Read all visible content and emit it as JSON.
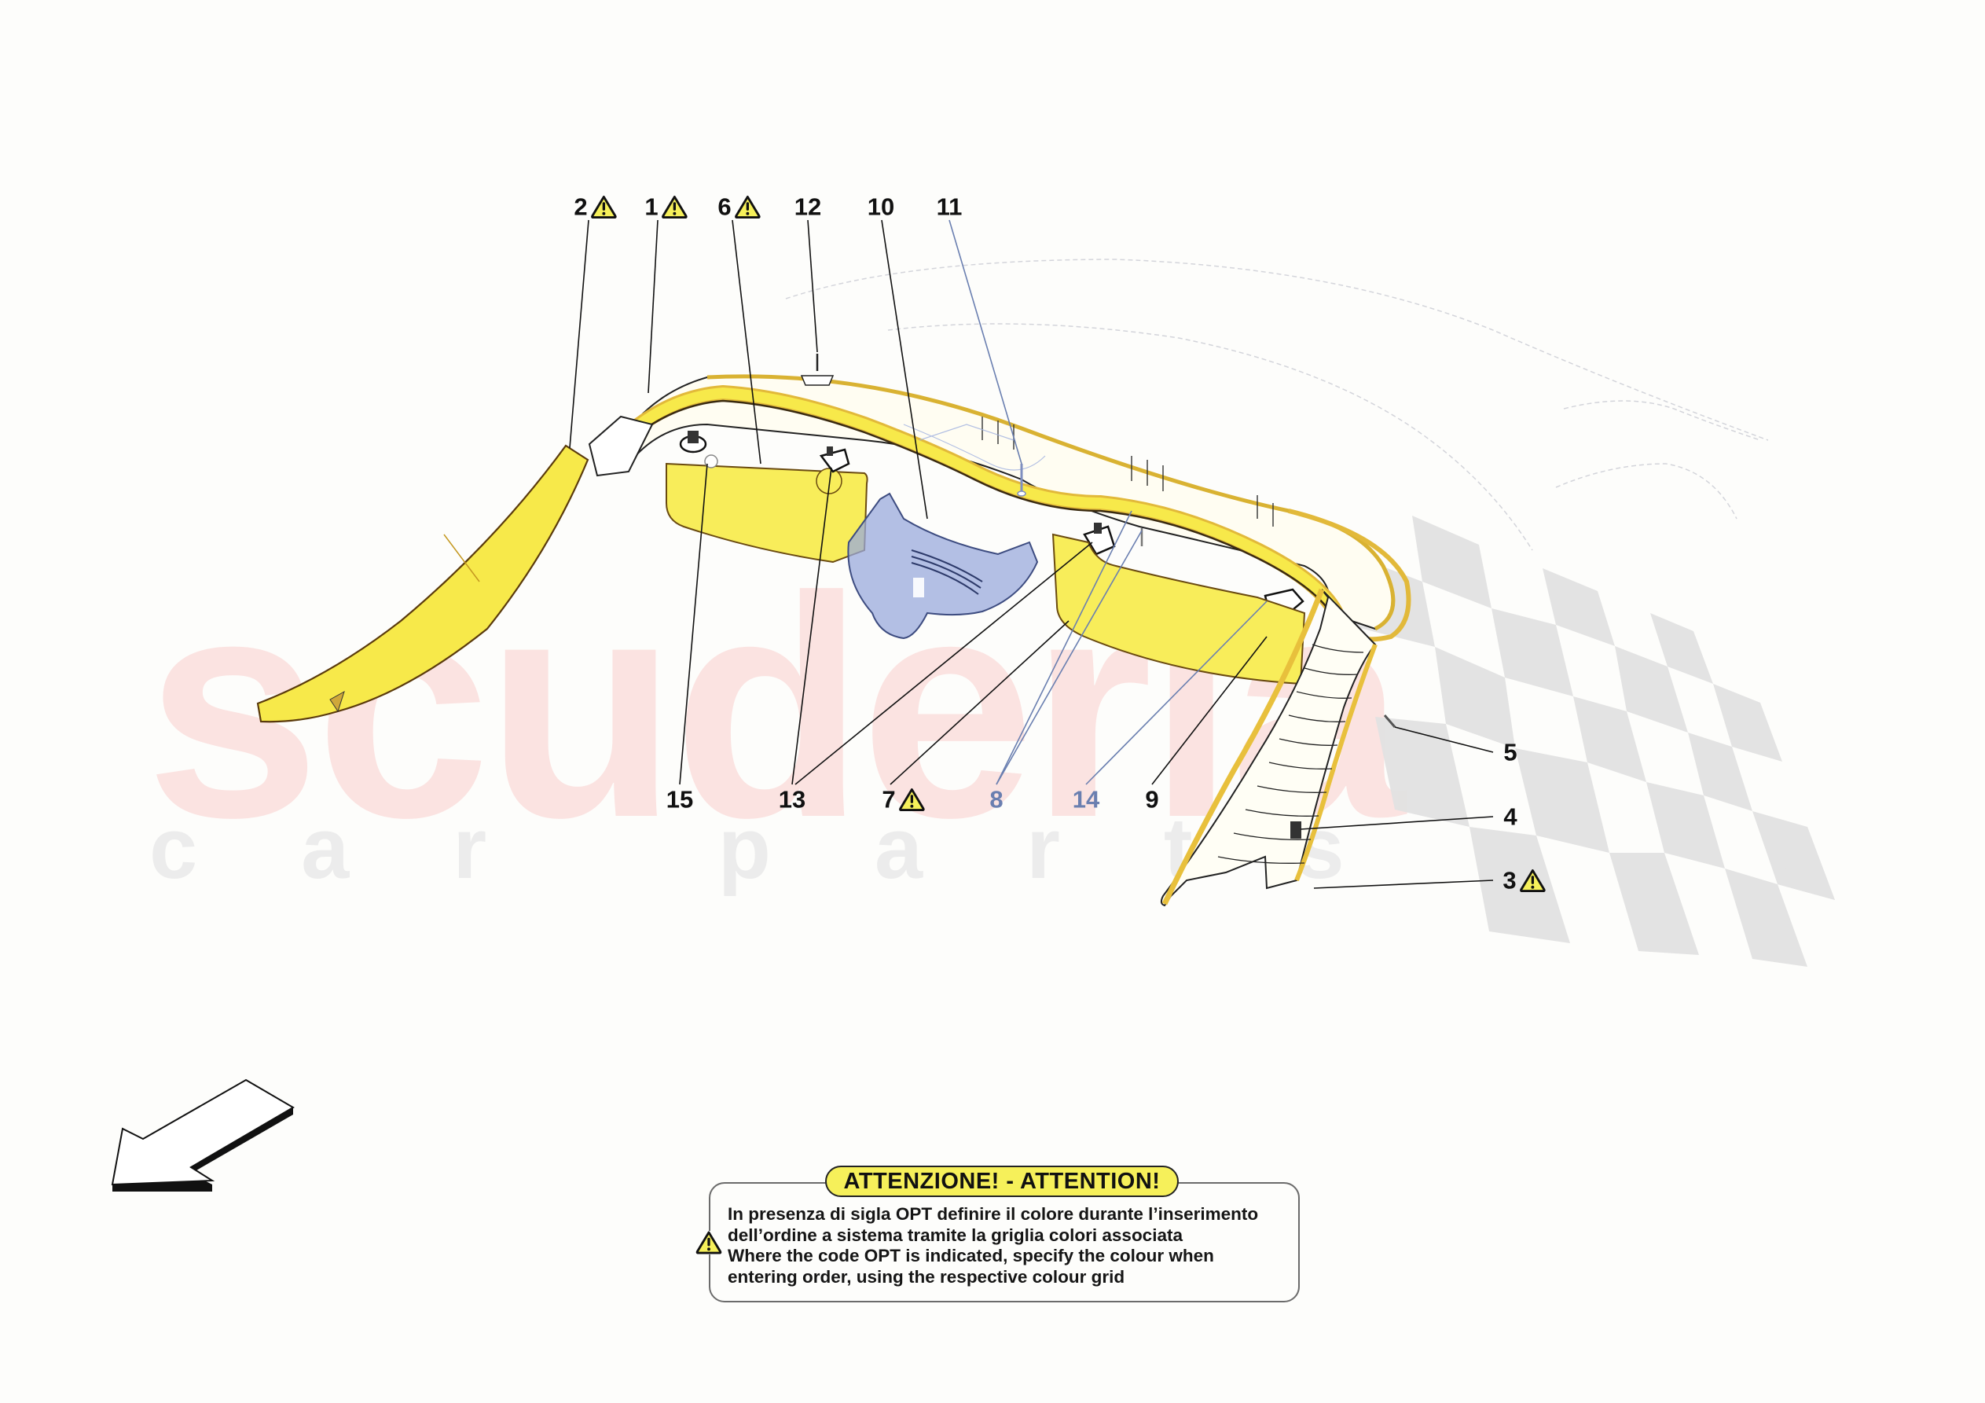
{
  "watermark": {
    "main": "scuderia",
    "sub": "car parts"
  },
  "diagram": {
    "subject": "Roof lining / headliner trim with sun visors and pillar trims",
    "highlight_colors": {
      "trim_yellow": "#f7e94a",
      "trim_outline": "#b88a1a",
      "bracket_blue": "#8e9fd6",
      "line_black": "#111111",
      "label_blue": "#6a7fb0",
      "warning_yellow": "#f6f05a",
      "watermark_red": "#fbe3e1",
      "flag_gray": "#e2e2e2"
    },
    "direction_arrow": "arrow-down-left-icon"
  },
  "callouts": [
    {
      "id": "2",
      "warning": true,
      "color": "black"
    },
    {
      "id": "1",
      "warning": true,
      "color": "black"
    },
    {
      "id": "6",
      "warning": true,
      "color": "black"
    },
    {
      "id": "12",
      "warning": false,
      "color": "black"
    },
    {
      "id": "10",
      "warning": false,
      "color": "black"
    },
    {
      "id": "11",
      "warning": false,
      "color": "black"
    },
    {
      "id": "15",
      "warning": false,
      "color": "black"
    },
    {
      "id": "13",
      "warning": false,
      "color": "black"
    },
    {
      "id": "7",
      "warning": true,
      "color": "black"
    },
    {
      "id": "8",
      "warning": false,
      "color": "blue"
    },
    {
      "id": "14",
      "warning": false,
      "color": "blue"
    },
    {
      "id": "9",
      "warning": false,
      "color": "black"
    },
    {
      "id": "5",
      "warning": false,
      "color": "black"
    },
    {
      "id": "4",
      "warning": false,
      "color": "black"
    },
    {
      "id": "3",
      "warning": true,
      "color": "black"
    }
  ],
  "notice": {
    "title": "ATTENZIONE! - ATTENTION!",
    "icon": "warning-triangle-icon",
    "lines": [
      "In presenza di sigla OPT definire il colore durante l’inserimento",
      "dell’ordine a sistema tramite la griglia colori associata",
      "Where the code OPT is indicated, specify the colour when",
      "entering order, using the respective colour grid"
    ]
  }
}
